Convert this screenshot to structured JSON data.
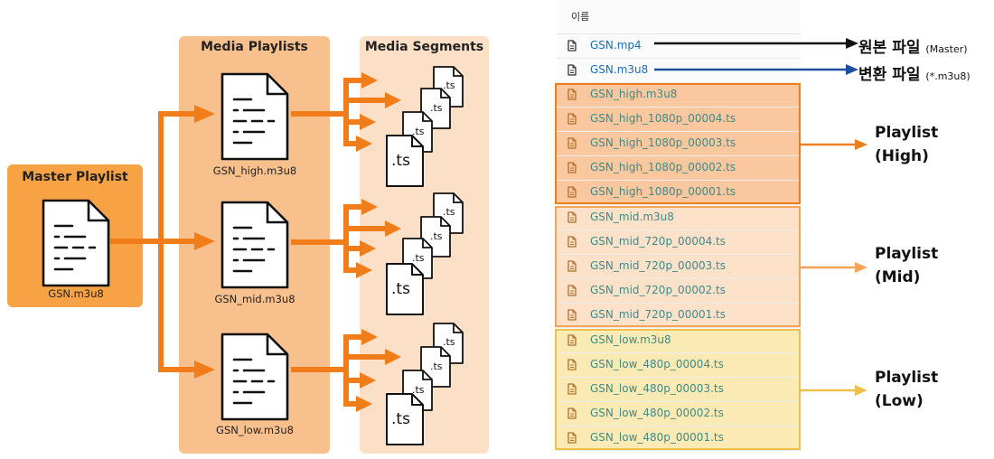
{
  "diagram": {
    "master": {
      "title": "Master Playlist",
      "file": "GSN.m3u8"
    },
    "media_playlists": {
      "title": "Media Playlists",
      "files": [
        "GSN_high.m3u8",
        "GSN_mid.m3u8",
        "GSN_low.m3u8"
      ]
    },
    "media_segments": {
      "title": "Media Segments",
      "segment_label": ".ts"
    }
  },
  "file_list": {
    "header": "이름",
    "rows": [
      "GSN.mp4",
      "GSN.m3u8",
      "GSN_high.m3u8",
      "GSN_high_1080p_00004.ts",
      "GSN_high_1080p_00003.ts",
      "GSN_high_1080p_00002.ts",
      "GSN_high_1080p_00001.ts",
      "GSN_mid.m3u8",
      "GSN_mid_720p_00004.ts",
      "GSN_mid_720p_00003.ts",
      "GSN_mid_720p_00002.ts",
      "GSN_mid_720p_00001.ts",
      "GSN_low.m3u8",
      "GSN_low_480p_00004.ts",
      "GSN_low_480p_00003.ts",
      "GSN_low_480p_00002.ts",
      "GSN_low_480p_00001.ts"
    ]
  },
  "annotations": {
    "original": {
      "label": "원본 파일",
      "sub": "(Master)"
    },
    "converted": {
      "label": "변환 파일",
      "sub": "(*.m3u8)"
    },
    "high": {
      "line1": "Playlist",
      "line2": "(High)"
    },
    "mid": {
      "line1": "Playlist",
      "line2": "(Mid)"
    },
    "low": {
      "line1": "Playlist",
      "line2": "(Low)"
    }
  },
  "colors": {
    "arrow": "#f07d1a",
    "master_panel": "#f7a244",
    "playlists_panel": "#f8c08c",
    "segments_panel": "#fbdfc6",
    "high_border": "#ee7d1d",
    "mid_border": "#f5a356",
    "low_border": "#ecc04a",
    "link_blue": "#1b6bb5",
    "row_teal": "#3f8a87"
  }
}
